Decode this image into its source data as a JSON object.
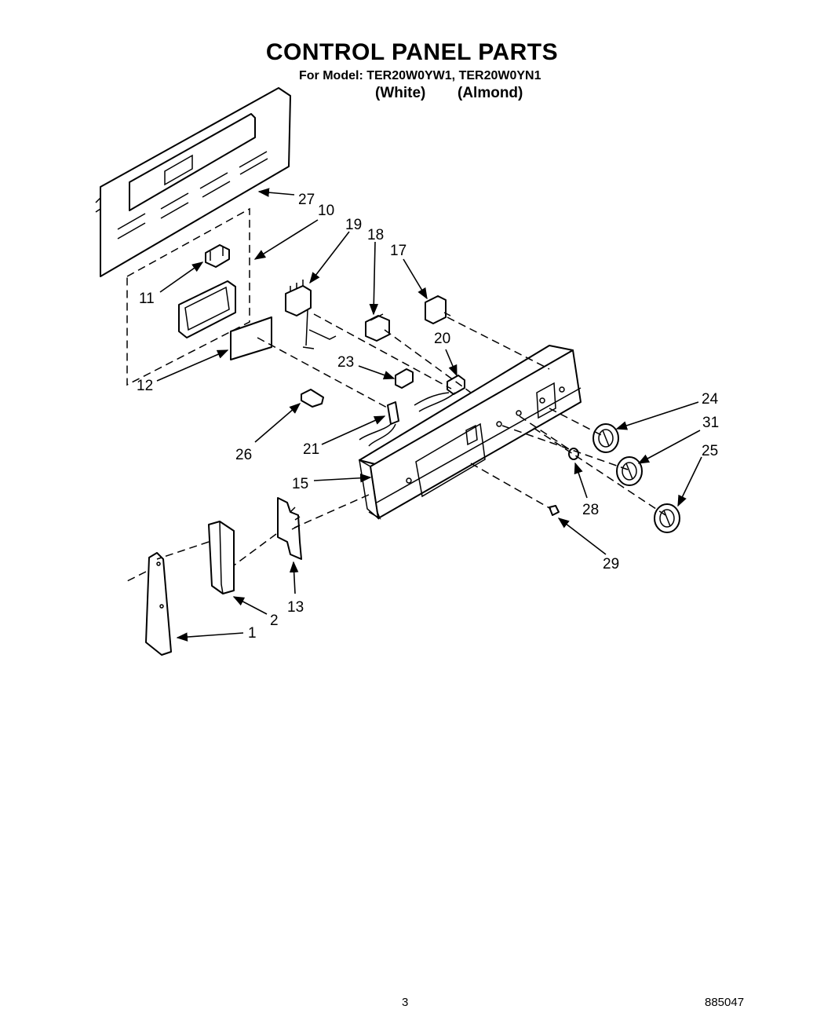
{
  "header": {
    "title": "CONTROL PANEL PARTS",
    "model_line": "For Model: TER20W0YW1, TER20W0YN1",
    "color_white": "(White)",
    "color_almond": "(Almond)"
  },
  "footer": {
    "page_number": "3",
    "doc_number": "885047"
  },
  "callouts": [
    "27",
    "10",
    "19",
    "18",
    "17",
    "11",
    "20",
    "23",
    "12",
    "24",
    "31",
    "25",
    "26",
    "21",
    "15",
    "28",
    "29",
    "13",
    "2",
    "1"
  ]
}
